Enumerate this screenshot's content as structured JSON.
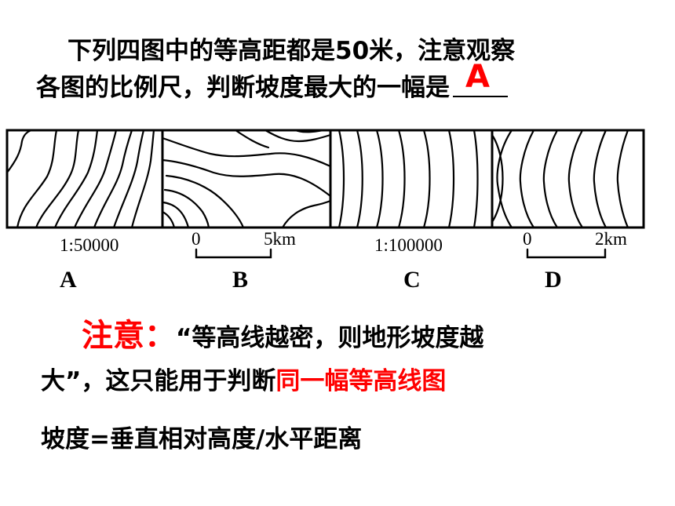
{
  "question": {
    "line1": "下列四图中的等高距都是50米，注意观察",
    "line2": "各图的比例尺，判断坡度最大的一幅是",
    "answer": "A"
  },
  "panels": [
    {
      "letter": "A",
      "scale_text": "1:50000"
    },
    {
      "letter": "B",
      "bar_start": "0",
      "bar_end": "5km"
    },
    {
      "letter": "C",
      "scale_text": "1:100000"
    },
    {
      "letter": "D",
      "bar_start": "0",
      "bar_end": "2km"
    }
  ],
  "note": {
    "label": "注意：",
    "text1": "“等高线越密，则地形坡度越",
    "text2a": "大”，这只能用于判断",
    "text2b": "同一幅等高线图"
  },
  "formula": "坡度=垂直相对高度/水平距离",
  "colors": {
    "accent": "#ff0000",
    "ink": "#000000"
  }
}
